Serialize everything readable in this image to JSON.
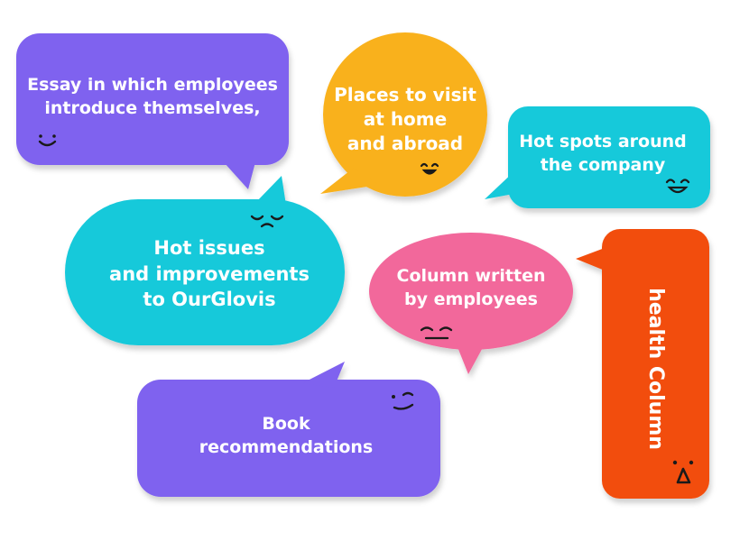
{
  "colors": {
    "purple": "#7f62ef",
    "yellow": "#f9b11d",
    "cyan": "#17c9da",
    "pink": "#f2679b",
    "orange": "#f24e0c",
    "text": "#ffffff",
    "face": "#1a1a1a"
  },
  "bubbles": {
    "essay": {
      "line1": "Essay in which employees",
      "line2": "introduce themselves,",
      "face": "smile-face-icon"
    },
    "places": {
      "line1": "Places to visit",
      "line2": "at home",
      "line3": "and abroad",
      "face": "happy-face-icon"
    },
    "hotspots": {
      "line1": "Hot spots around",
      "line2": "the company",
      "face": "grin-face-icon"
    },
    "hot_issues": {
      "line1": "Hot issues",
      "line2": "and improvements",
      "line3": "to OurGlovis",
      "face": "sleepy-face-icon"
    },
    "column": {
      "line1": "Column written",
      "line2": "by employees",
      "face": "content-face-icon"
    },
    "health": {
      "text": "health Column",
      "face": "surprised-face-icon"
    },
    "books": {
      "line1": "Book",
      "line2": "recommendations",
      "face": "wink-face-icon"
    }
  }
}
